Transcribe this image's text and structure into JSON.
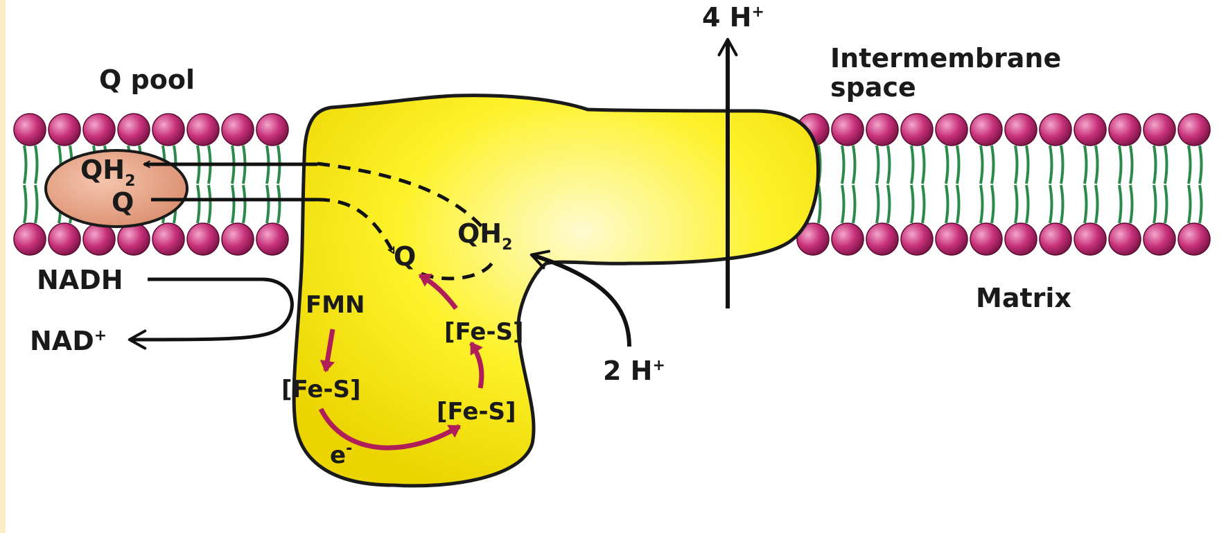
{
  "colors": {
    "background": "#fbeec3",
    "complex": "#fdf22a",
    "complex_outline": "#1a1a1a",
    "lipid_head": "#c7307a",
    "lipid_tail": "#2b8a4a",
    "q_pool": "#e8a488",
    "electron_arrow": "#b01e5a",
    "arrow": "#111111"
  },
  "labels": {
    "q_pool": "Q pool",
    "intermembrane_line1": "Intermembrane",
    "intermembrane_line2": "space",
    "matrix": "Matrix",
    "four_h": "4 H",
    "four_h_sup": "+",
    "two_h": "2 H",
    "two_h_sup": "+",
    "nadh": "NADH",
    "nad": "NAD",
    "nad_sup": "+",
    "qh2_pool": "QH",
    "qh2_pool_sub": "2",
    "q_pool_mol": "Q",
    "q_site": "Q",
    "qh2_site": "QH",
    "qh2_site_sub": "2",
    "fmn": "FMN",
    "fes_1": "[Fe-S]",
    "fes_2": "[Fe-S]",
    "fes_3": "[Fe-S]",
    "electron": "e",
    "electron_sup": "-"
  }
}
